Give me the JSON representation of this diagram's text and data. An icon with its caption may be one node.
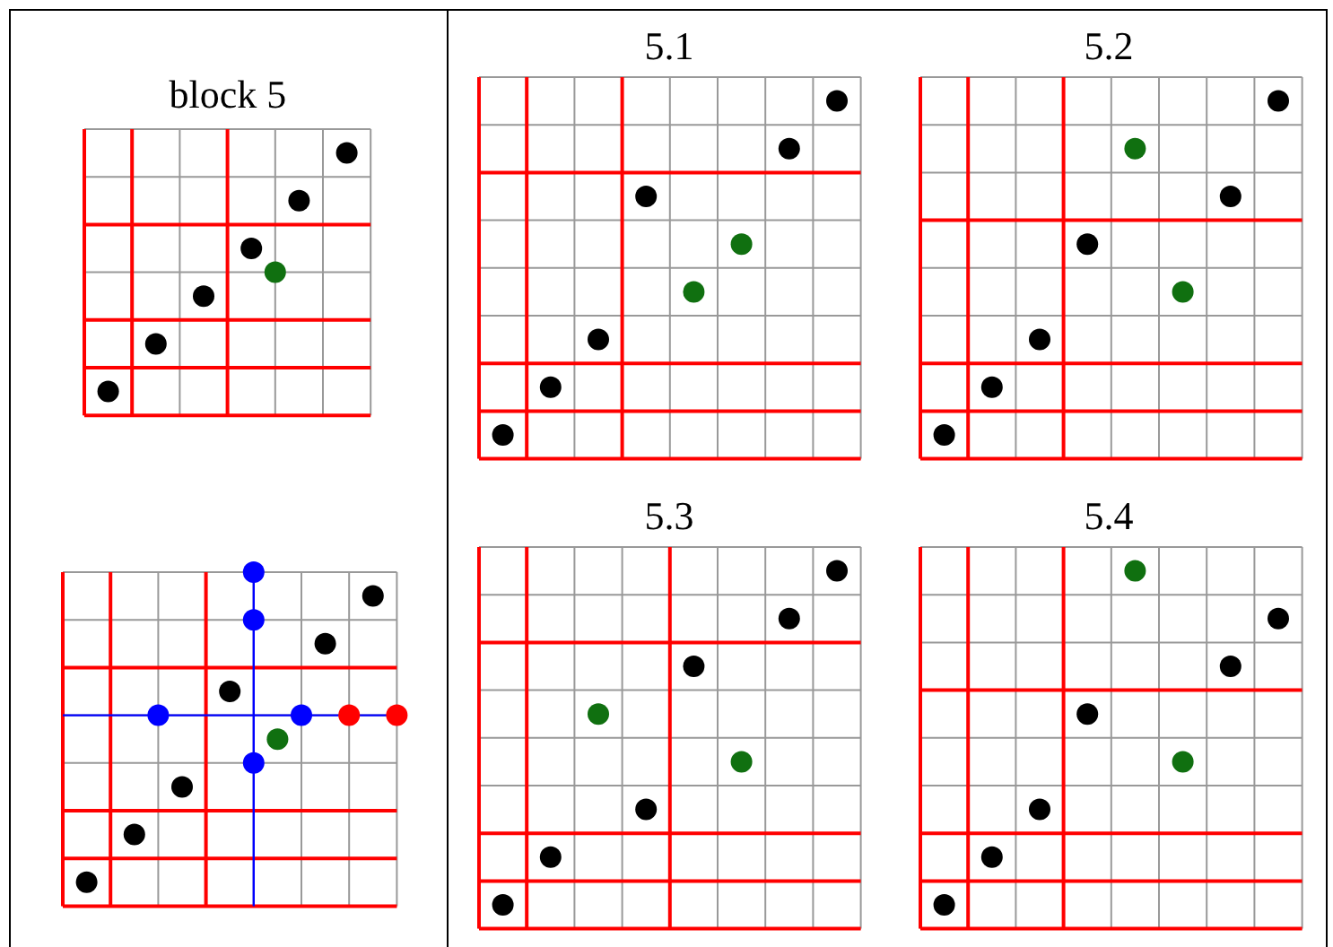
{
  "diagram": {
    "labels": [
      "block 5",
      "5.1",
      "5.2",
      "5.3",
      "5.4"
    ]
  }
}
